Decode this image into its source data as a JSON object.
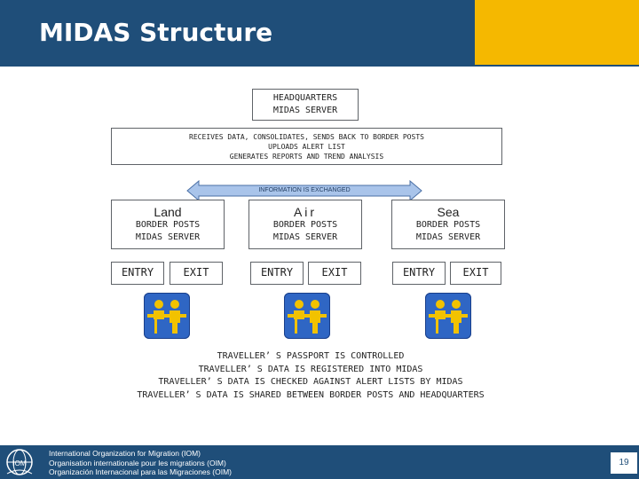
{
  "slide": {
    "title": "MIDAS Structure",
    "page_number": "19"
  },
  "diagram": {
    "headquarters": [
      "HEADQUARTERS",
      "MIDAS SERVER"
    ],
    "hq_functions": [
      "RECEIVES DATA, CONSOLIDATES, SENDS BACK TO BORDER POSTS",
      "UPLOADS ALERT LIST",
      "GENERATES REPORTS AND TREND ANALYSIS"
    ],
    "exchange_label": "INFORMATION IS EXCHANGED",
    "posts": [
      {
        "name": "Land",
        "lines": [
          "BORDER POSTS",
          "MIDAS SERVER"
        ],
        "entry": "ENTRY",
        "exit": "EXIT"
      },
      {
        "name": "Air",
        "lines": [
          "BORDER POSTS",
          "MIDAS SERVER"
        ],
        "entry": "ENTRY",
        "exit": "EXIT"
      },
      {
        "name": "Sea",
        "lines": [
          "BORDER POSTS",
          "MIDAS SERVER"
        ],
        "entry": "ENTRY",
        "exit": "EXIT"
      }
    ],
    "traveller_steps": [
      "TRAVELLER’ S PASSPORT IS CONTROLLED",
      "TRAVELLER’ S DATA IS REGISTERED INTO MIDAS",
      "TRAVELLER’ S DATA IS CHECKED AGAINST ALERT LISTS BY MIDAS",
      "TRAVELLER’ S DATA IS SHARED BETWEEN BORDER POSTS AND HEADQUARTERS"
    ],
    "icons": [
      "border-officer-icon",
      "border-officer-icon",
      "border-officer-icon"
    ]
  },
  "footer": {
    "logo_text": "IOM",
    "org_lines": [
      "International Organization for Migration (IOM)",
      "Organisation internationale pour les migrations (OIM)",
      "Organización Internacional para las Migraciones (OIM)"
    ]
  },
  "colors": {
    "header_blue": "#1f4e79",
    "accent_yellow": "#f5b800",
    "arrow_blue": "#a9c4ea",
    "icon_blue": "#2f66c4",
    "figure_yellow": "#f2c200"
  }
}
